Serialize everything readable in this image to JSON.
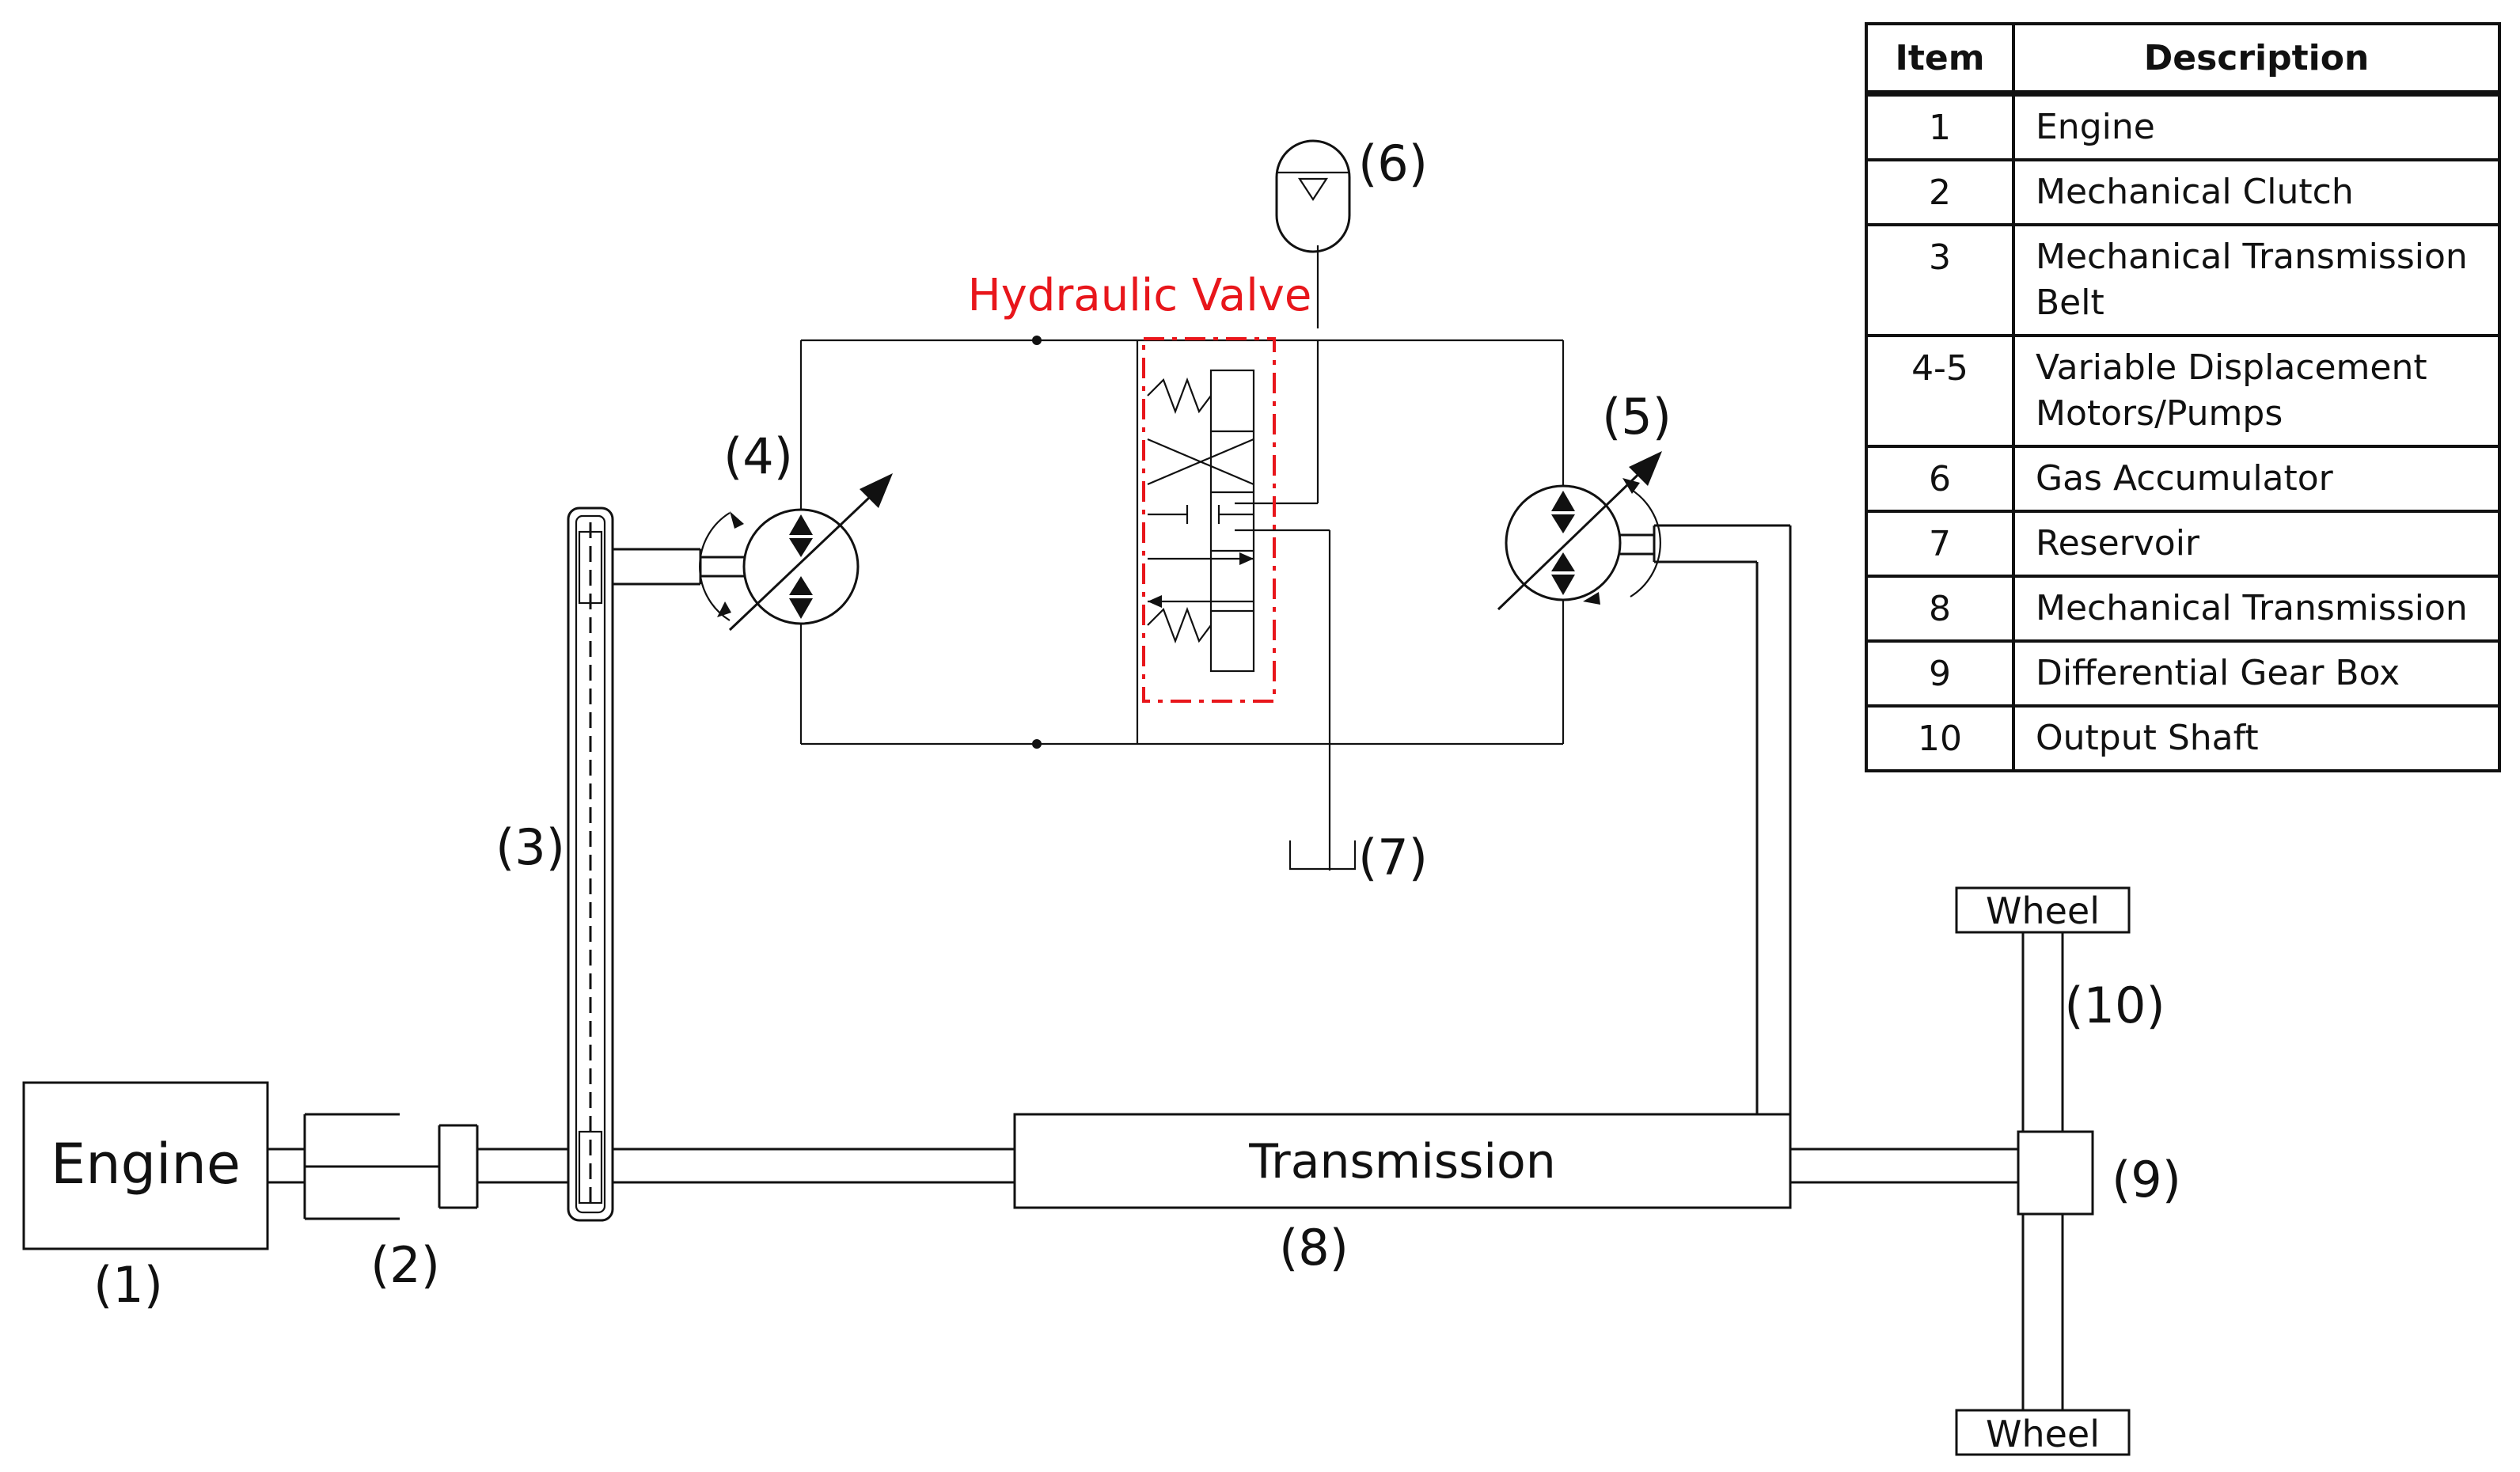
{
  "labels": {
    "engine": "Engine",
    "transmission": "Transmission",
    "hydraulic_valve": "Hydraulic Valve",
    "wheel_top": "Wheel",
    "wheel_bottom": "Wheel",
    "n1": "(1)",
    "n2": "(2)",
    "n3": "(3)",
    "n4": "(4)",
    "n5": "(5)",
    "n6": "(6)",
    "n7": "(7)",
    "n8": "(8)",
    "n9": "(9)",
    "n10": "(10)"
  },
  "legend": {
    "headers": {
      "item": "Item",
      "description": "Description"
    },
    "rows": [
      {
        "item": "1",
        "description": "Engine"
      },
      {
        "item": "2",
        "description": "Mechanical Clutch"
      },
      {
        "item": "3",
        "description": "Mechanical Transmission Belt"
      },
      {
        "item": "4-5",
        "description": "Variable Displacement Motors/Pumps"
      },
      {
        "item": "6",
        "description": "Gas Accumulator"
      },
      {
        "item": "7",
        "description": "Reservoir"
      },
      {
        "item": "8",
        "description": "Mechanical Transmission"
      },
      {
        "item": "9",
        "description": "Differential Gear Box"
      },
      {
        "item": "10",
        "description": "Output Shaft"
      }
    ]
  },
  "colors": {
    "line": "#111111",
    "valve_highlight": "#e8161b",
    "background": "#ffffff"
  }
}
